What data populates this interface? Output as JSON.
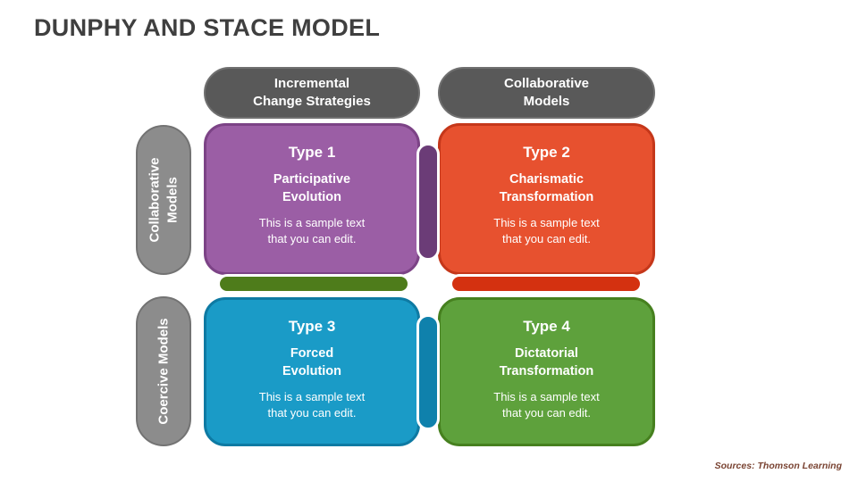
{
  "title": "DUNPHY AND STACE MODEL",
  "column_headers": [
    {
      "label": "Incremental\nChange Strategies"
    },
    {
      "label": "Collaborative\nModels"
    }
  ],
  "row_headers": [
    {
      "label": "Collaborative\nModels"
    },
    {
      "label": "Coercive Models"
    }
  ],
  "quadrants": [
    {
      "type_label": "Type 1",
      "name": "Participative\nEvolution",
      "body": "This is a sample text\nthat you can edit.",
      "fill": "#9B5EA5",
      "border": "#7C4386"
    },
    {
      "type_label": "Type 2",
      "name": "Charismatic\nTransformation",
      "body": "This is a sample text\nthat you can edit.",
      "fill": "#E7512F",
      "border": "#C5371A"
    },
    {
      "type_label": "Type 3",
      "name": "Forced\nEvolution",
      "body": "This is a sample text\nthat you can edit.",
      "fill": "#1A9BC7",
      "border": "#0E7AA3"
    },
    {
      "type_label": "Type 4",
      "name": "Dictatorial\nTransformation",
      "body": "This is a sample text\nthat you can edit.",
      "fill": "#5EA13C",
      "border": "#46801F"
    }
  ],
  "connectors": {
    "top_vertical": "#6B3C77",
    "left_horizontal": "#4E7C1B",
    "right_horizontal": "#D43110",
    "bottom_vertical": "#0F81AC"
  },
  "colors": {
    "header_fill": "#595959",
    "row_pill_fill": "#8C8C8C",
    "title_text": "#3F3F3F",
    "source_text": "#7A4433"
  },
  "source_note": "Sources: Thomson Learning"
}
